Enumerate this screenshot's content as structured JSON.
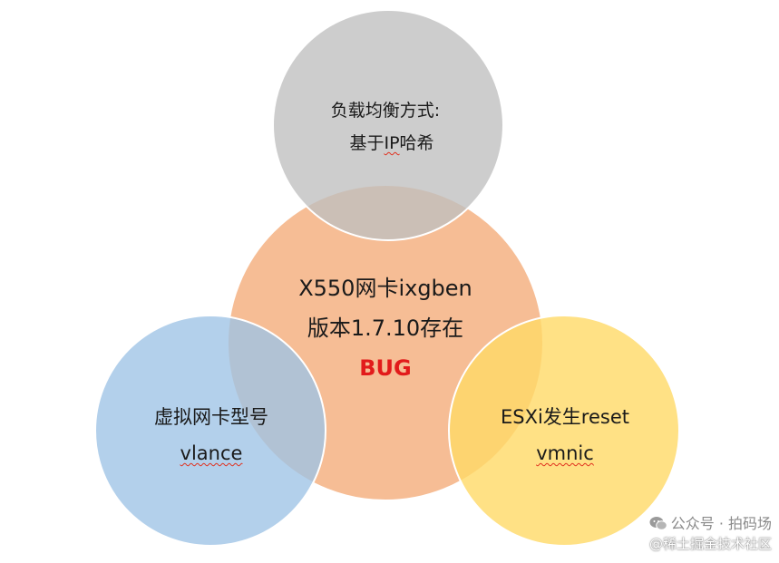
{
  "diagram": {
    "circles": [
      {
        "id": "top",
        "color": "#bfbfbf",
        "lines": [
          "负载均衡方式:",
          "基于IP哈希"
        ],
        "underlined": [
          "IP"
        ]
      },
      {
        "id": "center",
        "color": "#f4b183",
        "lines": [
          "X550网卡ixgben",
          "版本1.7.10存在"
        ],
        "highlight": "BUG",
        "highlight_color": "#e21b1b"
      },
      {
        "id": "left",
        "color": "#9dc3e6",
        "lines": [
          "虚拟网卡型号",
          "vlance"
        ]
      },
      {
        "id": "right",
        "color": "#ffd966",
        "lines": [
          "ESXi发生reset",
          "vmnic"
        ]
      }
    ]
  },
  "watermark": {
    "line1": "公众号 · 拍码场",
    "line2": "@稀土掘金技术社区",
    "icon": "wechat-icon"
  }
}
